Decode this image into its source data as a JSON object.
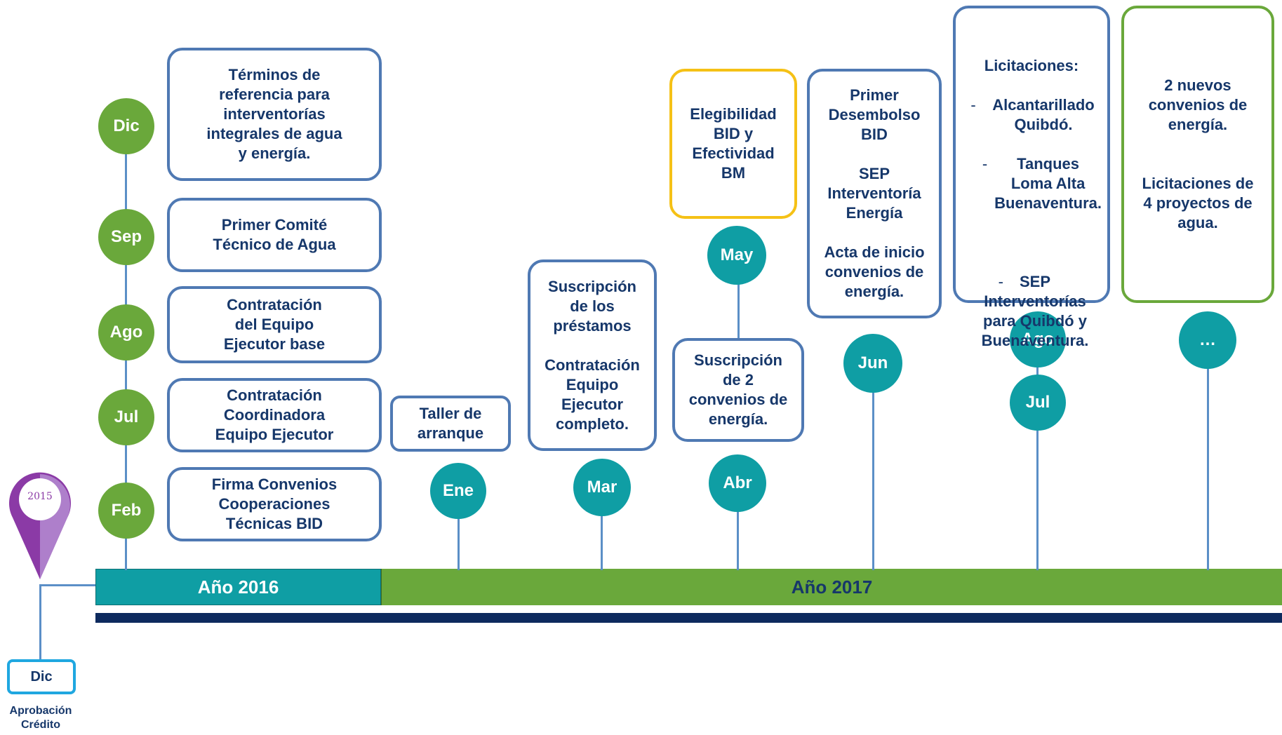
{
  "timeline": {
    "year_2016_label": "Año 2016",
    "year_2017_label": "Año 2017",
    "colors": {
      "green": "#6aa83b",
      "teal": "#0f9ea4",
      "navy": "#0d2a5e",
      "box_border": "#4f79b3",
      "yellow": "#f5c116",
      "pin_purple": "#8b3aa6"
    }
  },
  "start": {
    "pin_year": "2015",
    "month": "Dic",
    "caption_line1": "Aprobación",
    "caption_line2": "Crédito"
  },
  "events_2016": [
    {
      "month": "Feb",
      "text": "Firma Convenios\nCooperaciones\nTécnicas BID"
    },
    {
      "month": "Jul",
      "text": "Contratación\nCoordinadora\nEquipo Ejecutor"
    },
    {
      "month": "Ago",
      "text": "Contratación\ndel Equipo\nEjecutor base"
    },
    {
      "month": "Sep",
      "text": "Primer Comité\nTécnico de Agua"
    },
    {
      "month": "Dic",
      "text": "Términos de\nreferencia para\ninterventorías\nintegrales de agua\ny energía."
    }
  ],
  "events_2017": {
    "ene": {
      "month": "Ene",
      "text": "Taller de\narranque"
    },
    "mar": {
      "month": "Mar",
      "text": "Suscripción\nde los\npréstamos\n\nContratación\nEquipo\nEjecutor\ncompleto."
    },
    "abr": {
      "month": "Abr",
      "text": "Suscripción\nde 2\nconvenios de\nenergía."
    },
    "may": {
      "month": "May",
      "text": "Elegibilidad\nBID y\nEfectividad\nBM"
    },
    "jun": {
      "month": "Jun",
      "text": "Primer\nDesembolso\nBID\n\nSEP\nInterventoría\nEnergía\n\nActa de inicio\nconvenios de\nenergía."
    },
    "jul": {
      "month": "Jul"
    },
    "ago": {
      "month": "Ago"
    },
    "licitaciones": {
      "heading": "Licitaciones:",
      "item1_dash": "-",
      "item1": "Alcantarillado\nQuibdó.",
      "item2_dash": "-",
      "item2": "Tanques\nLoma Alta\nBuenaventura.",
      "item3_dash": "-",
      "item3": "SEP\nInterventorías\npara Quibdó y\nBuenaventura."
    },
    "next": {
      "month": "…",
      "text": "2 nuevos\nconvenios de\nenergía.\n\n\nLicitaciones de\n4 proyectos de\nagua."
    }
  }
}
